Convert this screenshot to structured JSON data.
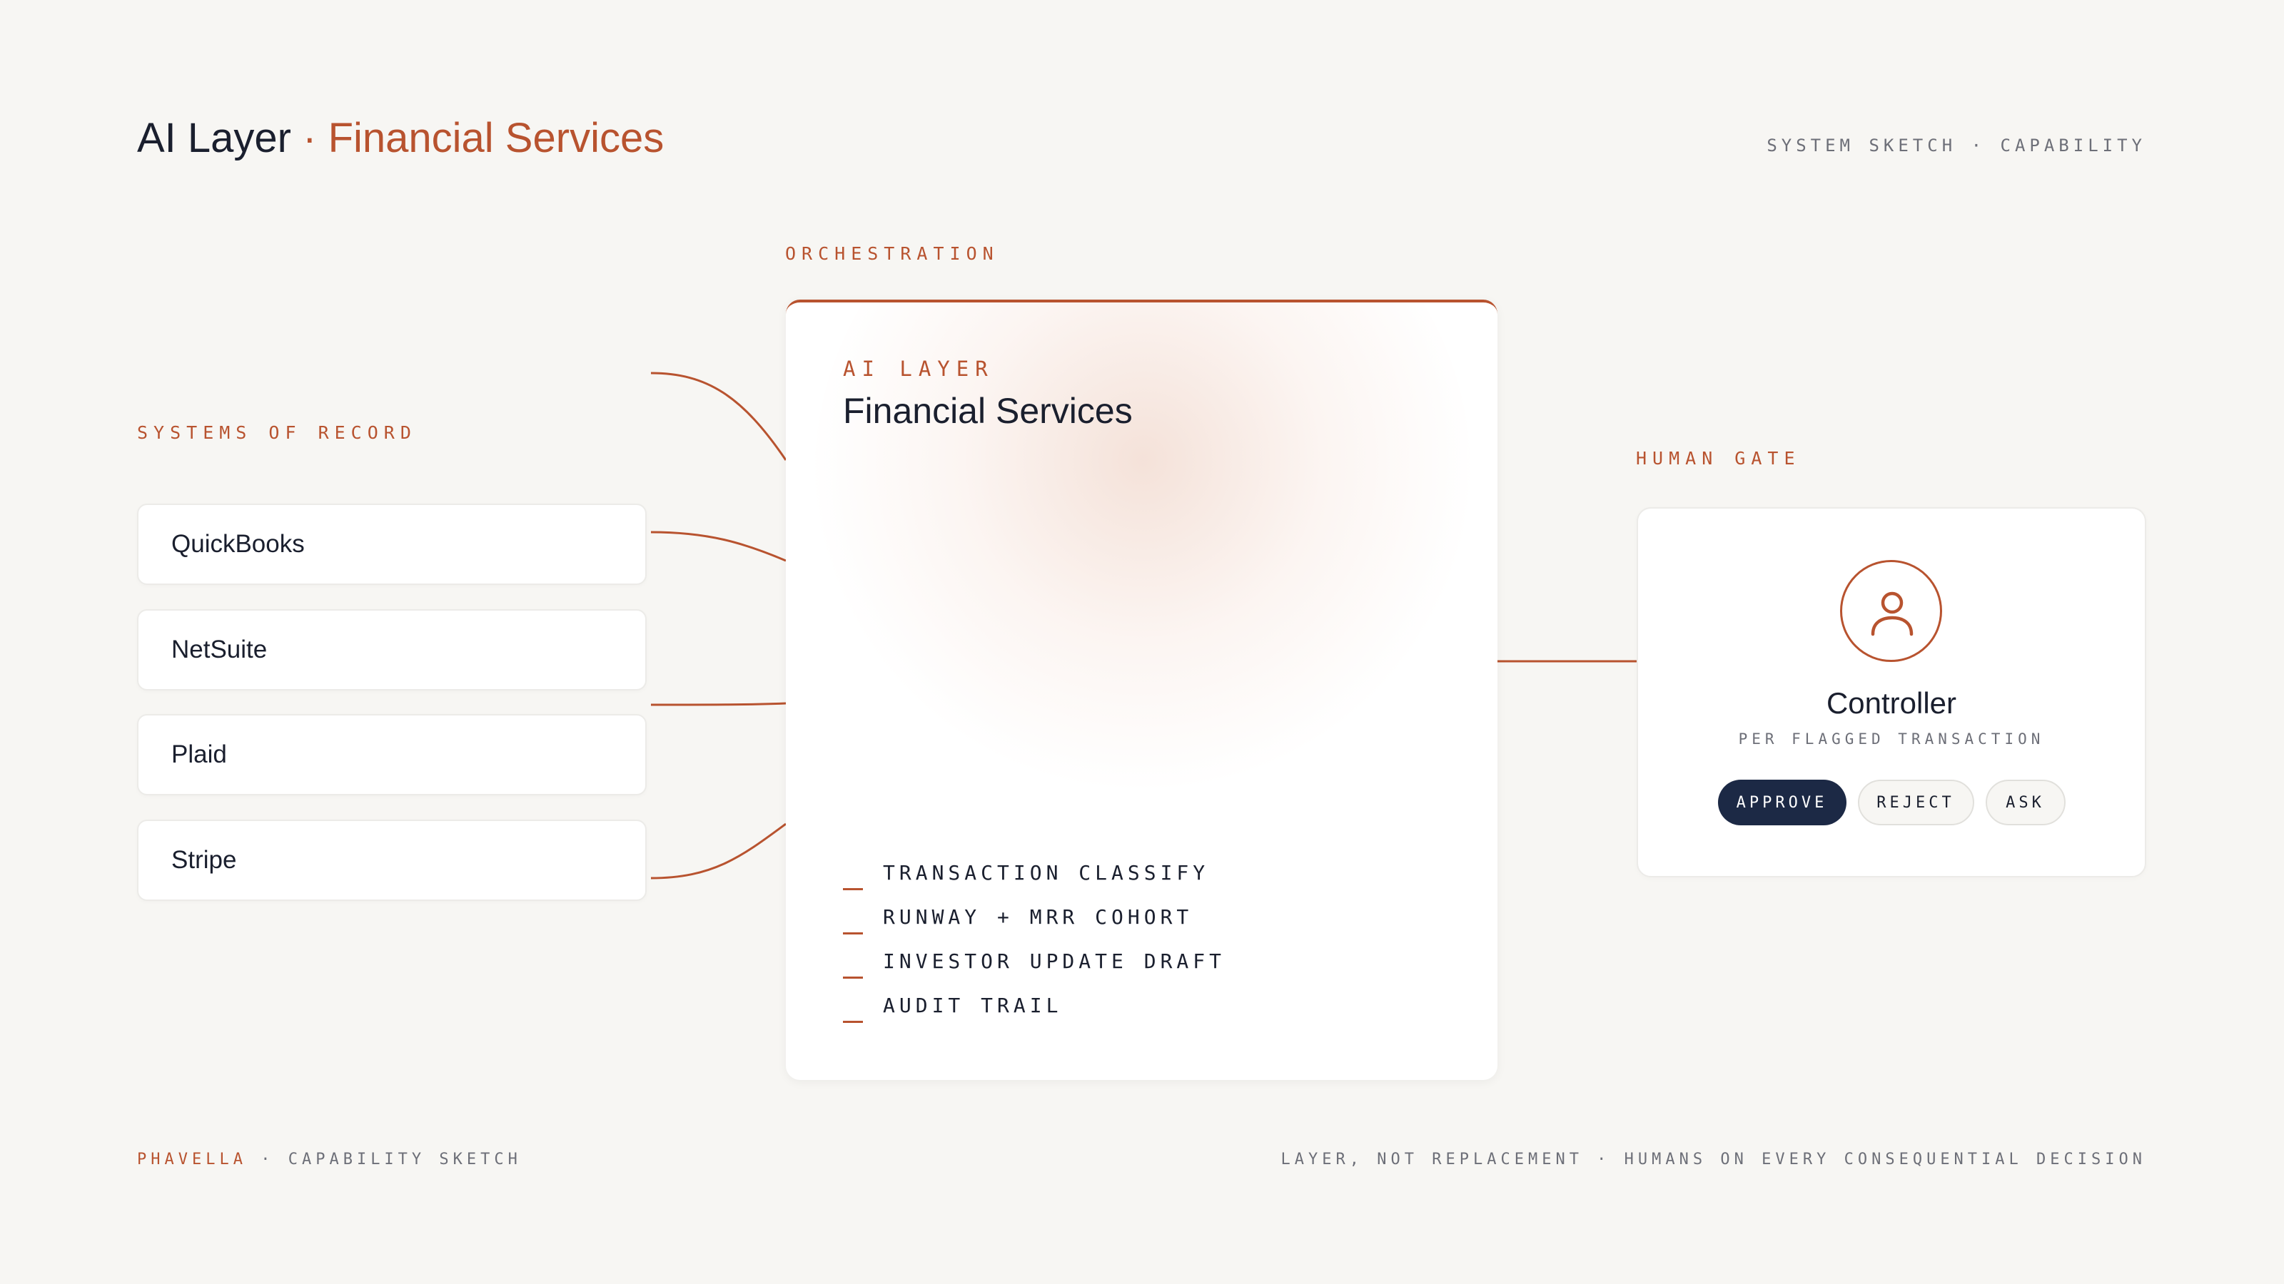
{
  "header": {
    "title_main": "AI Layer",
    "title_separator": "·",
    "title_accent": "Financial Services",
    "top_right": "SYSTEM SKETCH · CAPABILITY"
  },
  "sources": {
    "label": "SYSTEMS OF RECORD",
    "items": [
      "QuickBooks",
      "NetSuite",
      "Plaid",
      "Stripe"
    ]
  },
  "orchestration": {
    "label": "ORCHESTRATION",
    "card_eyebrow": "AI LAYER",
    "card_title": "Financial Services",
    "capabilities": [
      "TRANSACTION CLASSIFY",
      "RUNWAY + MRR COHORT",
      "INVESTOR UPDATE DRAFT",
      "AUDIT TRAIL"
    ]
  },
  "human_gate": {
    "label": "HUMAN GATE",
    "role": "Controller",
    "role_subtitle": "PER FLAGGED TRANSACTION",
    "actions": [
      "APPROVE",
      "REJECT",
      "ASK"
    ],
    "avatar_icon": "user-icon"
  },
  "footer": {
    "brand": "PHAVELLA",
    "separator": "·",
    "left_text": "CAPABILITY SKETCH",
    "right_text": "LAYER, NOT REPLACEMENT · HUMANS ON EVERY CONSEQUENTIAL DECISION"
  },
  "colors": {
    "accent": "#b8532f",
    "ink": "#1a1f2e",
    "muted": "#6d6f78",
    "background": "#f7f6f3",
    "approve_button": "#1c2945"
  }
}
